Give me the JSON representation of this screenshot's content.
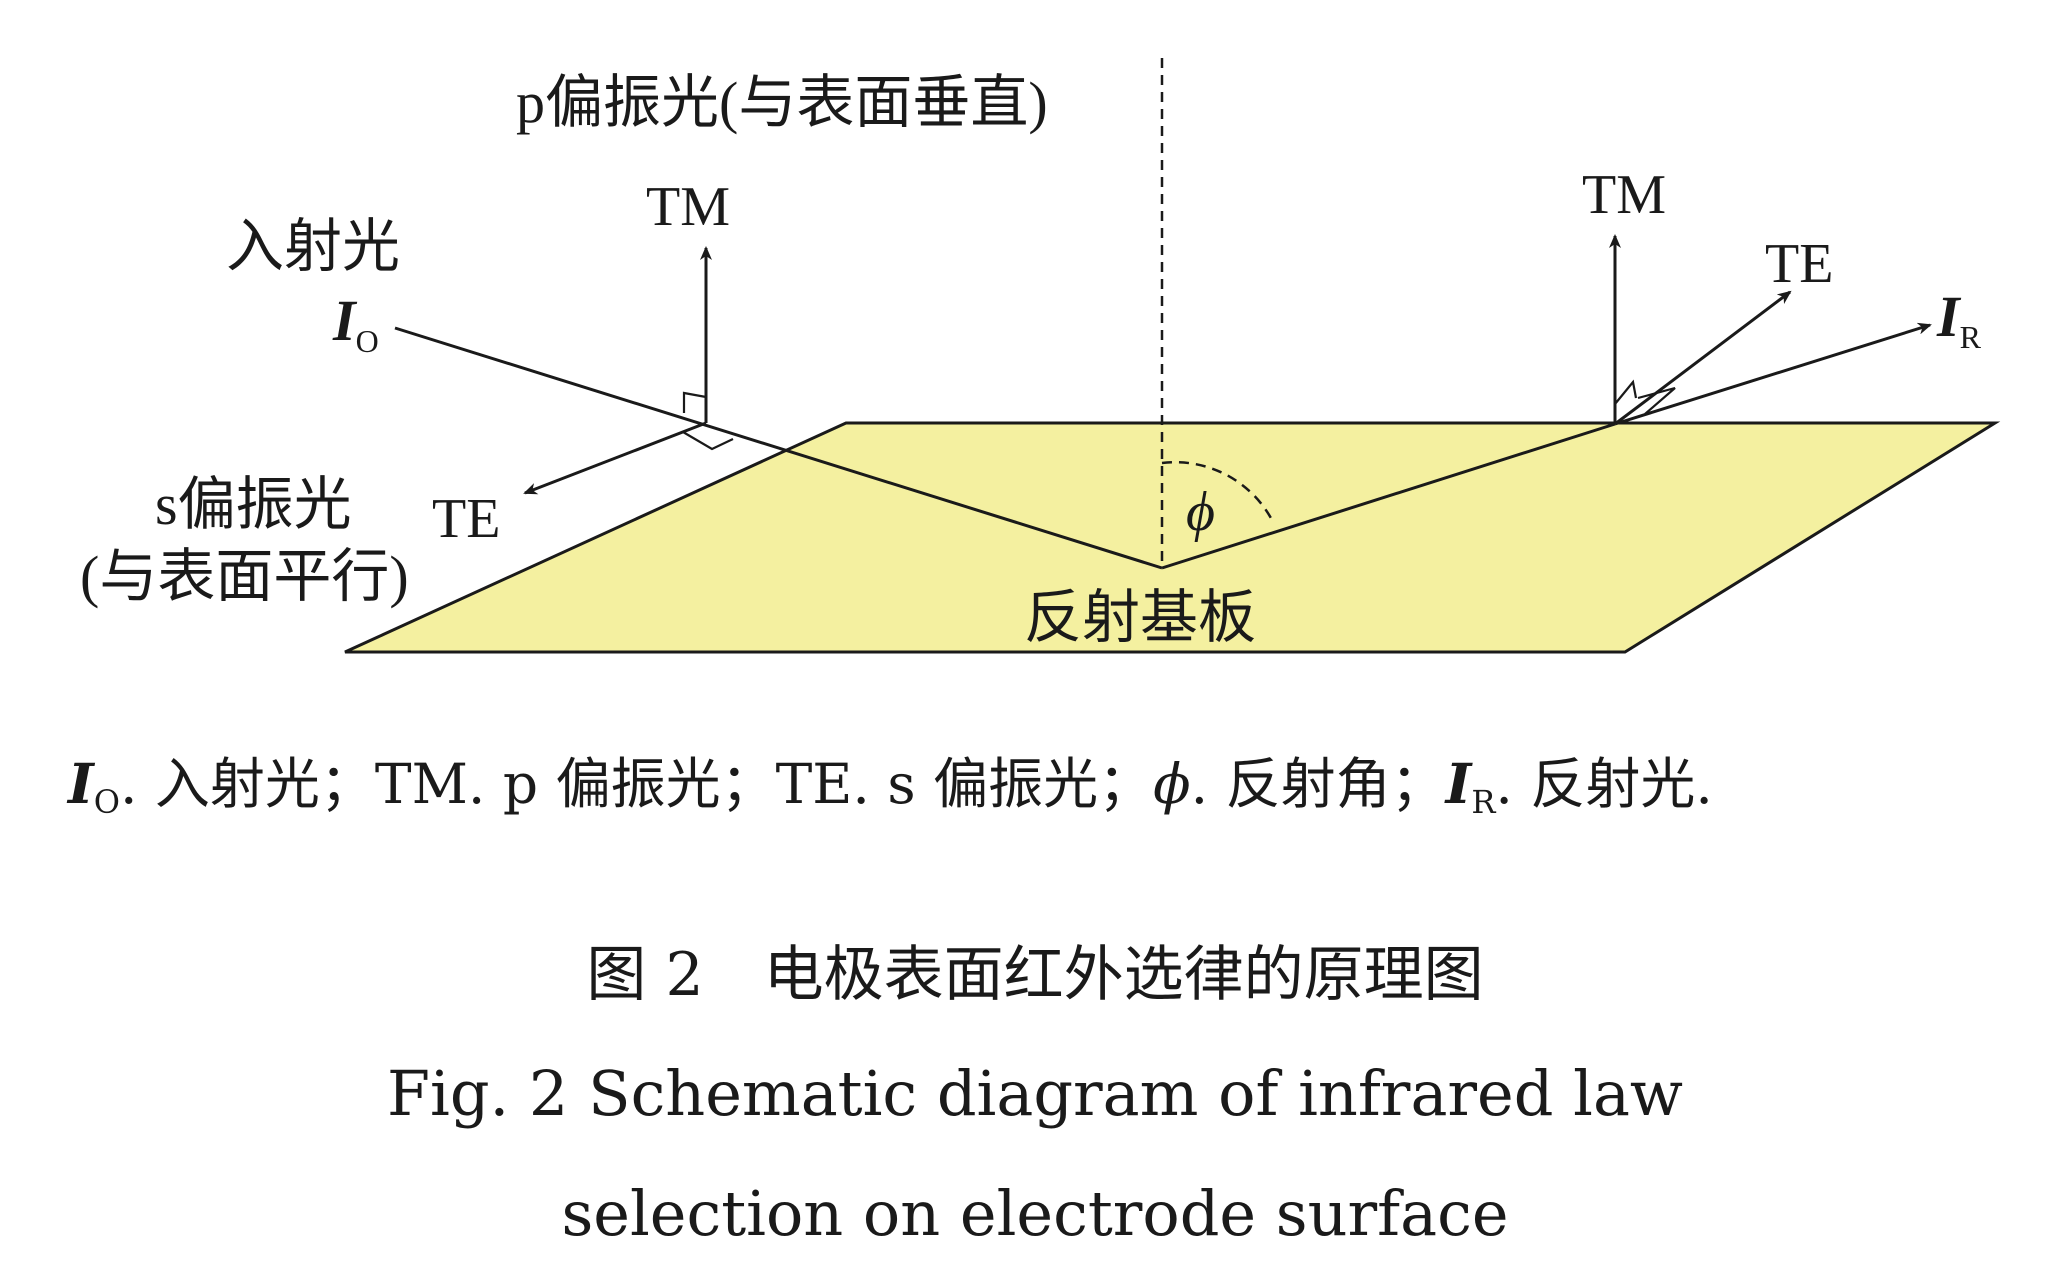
{
  "colors": {
    "plate_fill": "#f4f0a0",
    "line": "#1a1a1a",
    "incident_label": "#e8452c",
    "s_label": "#3a4592"
  },
  "labels": {
    "p_polarized": "p偏振光(与表面垂直)",
    "incident_light": "入射光",
    "i_symbol": "I",
    "i_o_sub": "O",
    "i_r_sub": "R",
    "tm": "TM",
    "te": "TE",
    "s_polarized_line1": "s偏振光",
    "s_polarized_line2": "(与表面平行)",
    "phi": "ϕ",
    "substrate": "反射基板"
  },
  "legend": {
    "io_sym": "I",
    "io_sub": "O",
    "io_text": ". 入射光；TM. p 偏振光；TE. s 偏振光；",
    "phi_sym": "ϕ",
    "phi_text": ". 反射角；",
    "ir_sym": "I",
    "ir_sub": "R",
    "ir_text": ". 反射光."
  },
  "caption": {
    "cn": "图 2　电极表面红外选律的原理图",
    "en_line1": "Fig. 2  Schematic diagram of infrared law",
    "en_line2": "selection on electrode surface"
  }
}
